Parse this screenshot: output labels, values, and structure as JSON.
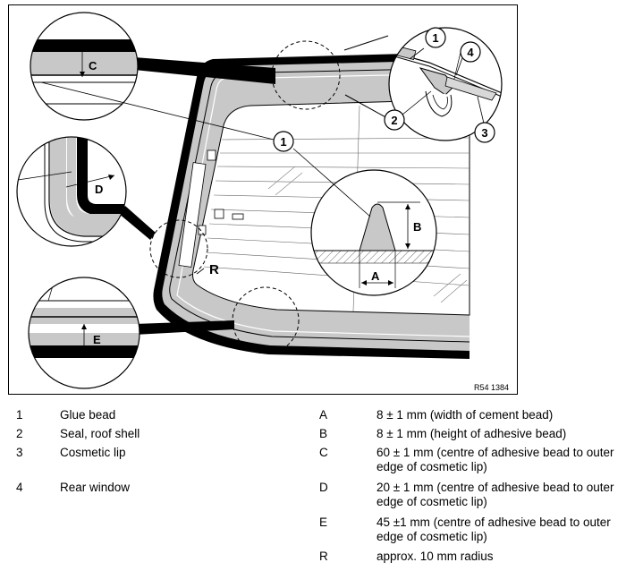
{
  "figure": {
    "ref_code": "R54 1384",
    "callouts": {
      "n1_top": "1",
      "n1_center": "1",
      "n2": "2",
      "n3": "3",
      "n4": "4",
      "A": "A",
      "B": "B",
      "C": "C",
      "D": "D",
      "E": "E",
      "R": "R"
    }
  },
  "legend_left": [
    {
      "num": "1",
      "text": "Glue bead"
    },
    {
      "num": "2",
      "text": "Seal, roof shell"
    },
    {
      "num": "3",
      "text": "Cosmetic lip"
    },
    {
      "num": "4",
      "text": "Rear window"
    }
  ],
  "legend_right": [
    {
      "letter": "A",
      "text1": "8 ± 1 mm (width of cement bead)",
      "text2": ""
    },
    {
      "letter": "B",
      "text1": "8 ± 1 mm (height of adhesive bead)",
      "text2": ""
    },
    {
      "letter": "C",
      "text1": "60 ± 1 mm (centre of adhesive bead to outer",
      "text2": "edge of cosmetic lip)"
    },
    {
      "letter": "D",
      "text1": "20 ± 1 mm (centre of adhesive bead to outer",
      "text2": "edge of cosmetic lip)"
    },
    {
      "letter": "E",
      "text1": "45 ±1 mm (centre of adhesive bead to outer",
      "text2": "edge of cosmetic lip)"
    },
    {
      "letter": "R",
      "text1": "approx. 10 mm radius",
      "text2": ""
    }
  ]
}
